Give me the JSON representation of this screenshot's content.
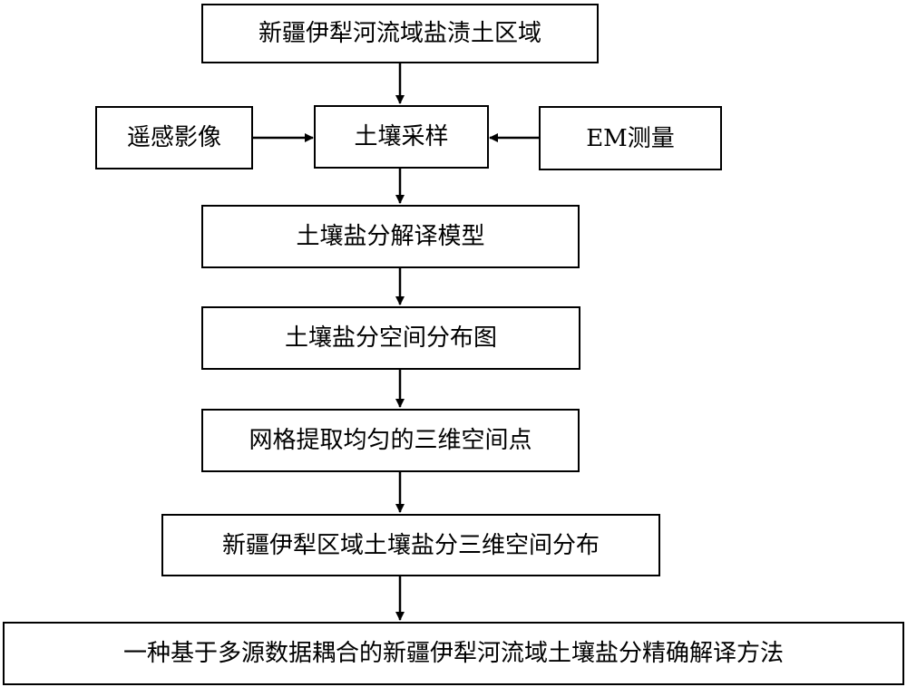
{
  "flowchart": {
    "nodes": {
      "region": "新疆伊犁河流域盐渍土区域",
      "remote_sensing": "遥感影像",
      "soil_sampling": "土壤采样",
      "em_measurement": "EM测量",
      "salinity_model": "土壤盐分解译模型",
      "spatial_map": "土壤盐分空间分布图",
      "grid_points": "网格提取均匀的三维空间点",
      "distribution_3d": "新疆伊犁区域土壤盐分三维空间分布",
      "method": "一种基于多源数据耦合的新疆伊犁河流域土壤盐分精确解译方法"
    }
  }
}
